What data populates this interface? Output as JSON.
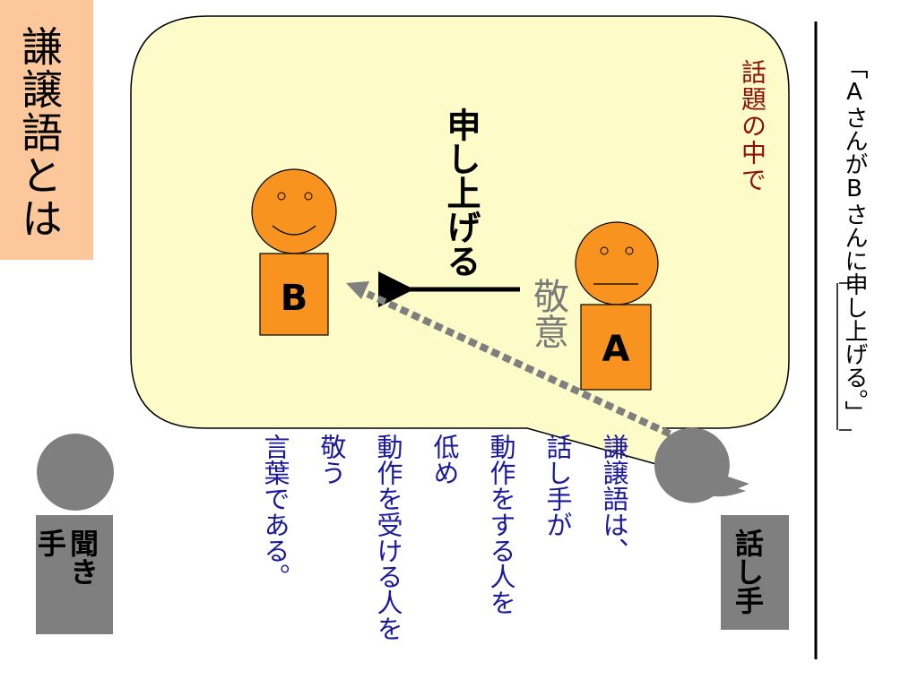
{
  "title": "謙譲語とは",
  "diagram": {
    "topic_label": "話題の中で",
    "verb": "申し上げる",
    "respect": "敬意",
    "person_b": "B",
    "person_a": "A",
    "listener_label_1": "聞き",
    "listener_label_2": "手",
    "speaker_label": "話し手"
  },
  "description": "謙譲語は、話し手が動作をする人を低め動作を受ける人を敬う言葉である。",
  "description_lines": [
    "謙譲語は、",
    "話し手が",
    "動作をする人を",
    "低め",
    "動作を受ける人を",
    "敬う",
    "言葉である。"
  ],
  "example": "「AさんがBさんに申し上げる。」",
  "colors": {
    "title_bg": "#fcc89b",
    "bubble_fill": "#fdfbc8",
    "face": "#f7931e",
    "body": "#f7931e",
    "person_gray": "#808080",
    "desc_text": "#1a1a9a",
    "topic_text": "#8b1010"
  }
}
